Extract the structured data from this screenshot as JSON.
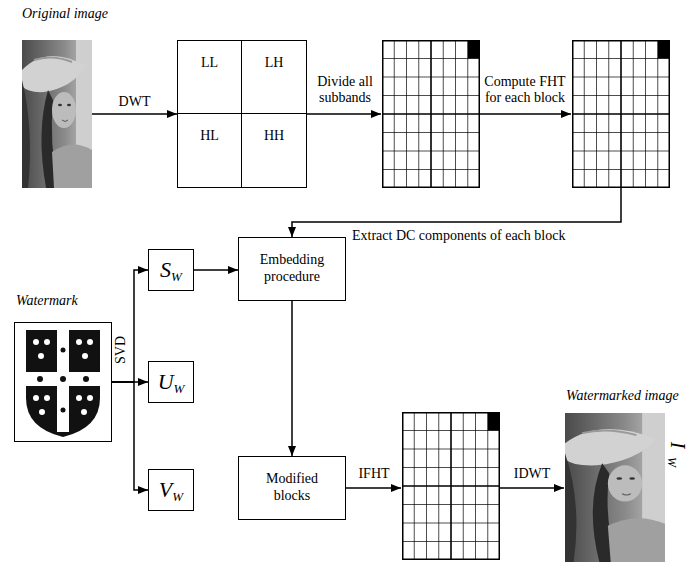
{
  "diagram": {
    "nodes": [
      {
        "text": [
          "Original image"
        ]
      },
      {
        "text": [
          "LL",
          "LH",
          "HL",
          "HH"
        ]
      },
      {
        "text": [
          "Watermark"
        ]
      },
      {
        "text": [
          "S",
          "W"
        ]
      },
      {
        "text": [
          "Embedding procedure"
        ]
      },
      {
        "text": [
          "U",
          "W"
        ]
      },
      {
        "text": [
          "V",
          "W"
        ]
      },
      {
        "text": [
          "Modified blocks"
        ]
      },
      {
        "text": [
          "Watermarked image"
        ]
      }
    ],
    "edges": [
      {
        "from": 0,
        "to": 1,
        "arrow": "to",
        "label": "DWT"
      },
      {
        "from": 2,
        "to": 3,
        "arrow": "to"
      },
      {
        "from": 2,
        "to": 5,
        "arrow": "to"
      },
      {
        "from": 2,
        "to": 6,
        "arrow": "to"
      },
      {
        "from": 3,
        "to": 4,
        "arrow": "to"
      },
      {
        "from": 4,
        "to": 7,
        "arrow": "to"
      }
    ],
    "labels": [
      "Divide all subbands",
      "Compute FHT for each block",
      "Extract DC components of each block",
      "SVD",
      "IFHT",
      "IDWT",
      "I",
      "W"
    ]
  }
}
